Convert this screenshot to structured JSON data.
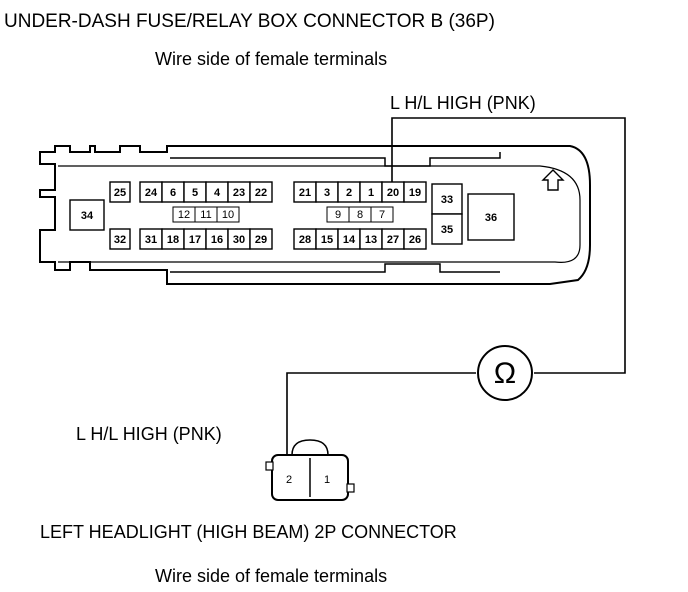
{
  "connector_b": {
    "title": "UNDER-DASH FUSE/RELAY BOX CONNECTOR B (36P)",
    "subtitle": "Wire side of female terminals",
    "wire_label": "L H/L HIGH (PNK)",
    "terminals": [
      "25",
      "24",
      "6",
      "5",
      "4",
      "23",
      "22",
      "21",
      "3",
      "2",
      "1",
      "20",
      "19",
      "33",
      "34",
      "12",
      "11",
      "10",
      "9",
      "8",
      "7",
      "36",
      "32",
      "31",
      "18",
      "17",
      "16",
      "30",
      "29",
      "28",
      "15",
      "14",
      "13",
      "27",
      "26",
      "35"
    ]
  },
  "meter": {
    "symbol": "Ω"
  },
  "headlight": {
    "wire_label": "L H/L HIGH (PNK)",
    "title": "LEFT HEADLIGHT (HIGH BEAM) 2P CONNECTOR",
    "subtitle": "Wire side of female terminals",
    "terminals": [
      "2",
      "1"
    ]
  }
}
